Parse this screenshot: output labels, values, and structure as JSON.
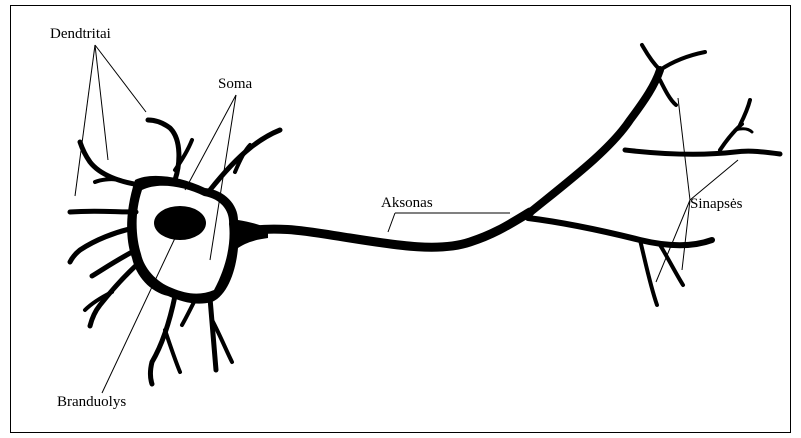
{
  "labels": {
    "dendritai": "Dendtritai",
    "soma": "Soma",
    "aksonas": "Aksonas",
    "sinapses": "Sinapsės",
    "branduolys": "Branduolys"
  },
  "colors": {
    "ink": "#000000",
    "background": "#ffffff"
  }
}
